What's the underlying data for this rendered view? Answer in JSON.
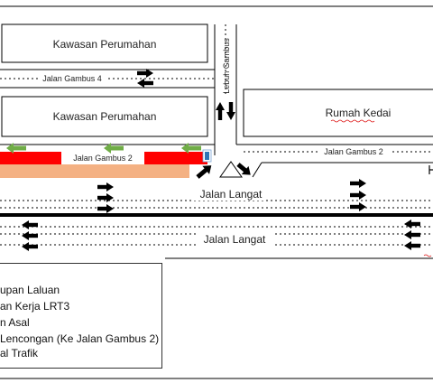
{
  "blocks": {
    "housing_top": "Kawasan Perumahan",
    "housing_mid": "Kawasan Perumahan",
    "shops": "Rumah Kedai"
  },
  "roads": {
    "gambus4": "Jalan Gambus 4",
    "lebuh_gambus": "Lebuh Gambus",
    "gambus2_left": "Jalan Gambus 2",
    "gambus2_right": "Jalan Gambus 2",
    "langat_upper": "Jalan Langat",
    "langat_lower": "Jalan Langat"
  },
  "legend": {
    "items": [
      "upan Laluan",
      "an Kerja LRT3",
      "n Asal",
      "Lencongan (Ke Jalan Gambus 2)",
      "al Trafik"
    ]
  },
  "colors": {
    "closure_red": "#ff0000",
    "work_zone_orange": "#f4b183",
    "diversion_green": "#70ad47",
    "signal_blue": "#2e75b6",
    "road_line": "#000000"
  },
  "icons": [
    "arrow-icon",
    "traffic-light-icon"
  ]
}
